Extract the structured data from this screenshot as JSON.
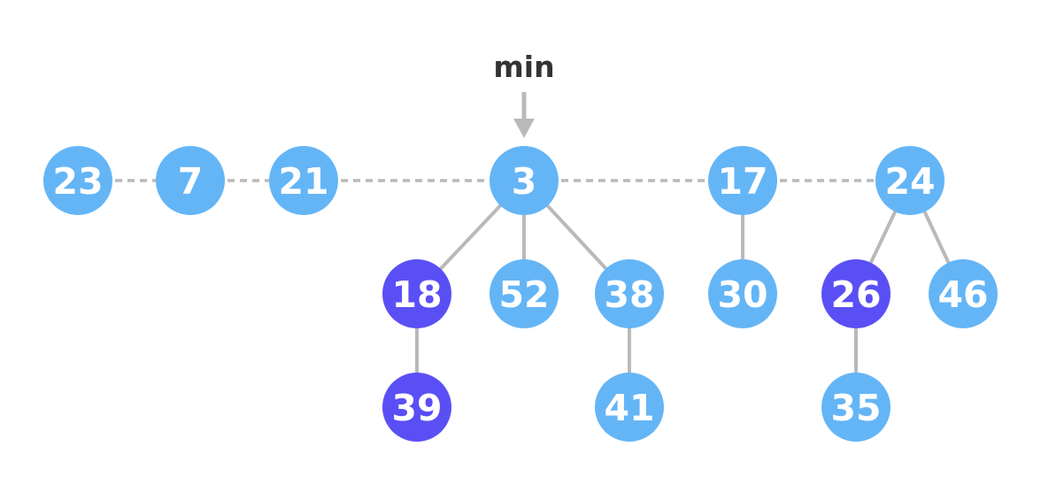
{
  "pointer": {
    "label": "min",
    "target": "n3"
  },
  "colors": {
    "normal": "#64b5f6",
    "marked": "#5a4ff5",
    "edge": "#b9b9b9",
    "text": "#ffffff",
    "pointer_label": "#333333"
  },
  "nodes": [
    {
      "id": "n23",
      "value": "23",
      "marked": false
    },
    {
      "id": "n7",
      "value": "7",
      "marked": false
    },
    {
      "id": "n21",
      "value": "21",
      "marked": false
    },
    {
      "id": "n3",
      "value": "3",
      "marked": false
    },
    {
      "id": "n17",
      "value": "17",
      "marked": false
    },
    {
      "id": "n24",
      "value": "24",
      "marked": false
    },
    {
      "id": "n18",
      "value": "18",
      "marked": true
    },
    {
      "id": "n52",
      "value": "52",
      "marked": false
    },
    {
      "id": "n38",
      "value": "38",
      "marked": false
    },
    {
      "id": "n30",
      "value": "30",
      "marked": false
    },
    {
      "id": "n26",
      "value": "26",
      "marked": true
    },
    {
      "id": "n46",
      "value": "46",
      "marked": false
    },
    {
      "id": "n39",
      "value": "39",
      "marked": true
    },
    {
      "id": "n41",
      "value": "41",
      "marked": false
    },
    {
      "id": "n35",
      "value": "35",
      "marked": false
    }
  ],
  "root_list": [
    "n23",
    "n7",
    "n21",
    "n3",
    "n17",
    "n24"
  ],
  "edges": [
    {
      "from": "n3",
      "to": "n18"
    },
    {
      "from": "n3",
      "to": "n52"
    },
    {
      "from": "n3",
      "to": "n38"
    },
    {
      "from": "n18",
      "to": "n39"
    },
    {
      "from": "n38",
      "to": "n41"
    },
    {
      "from": "n17",
      "to": "n30"
    },
    {
      "from": "n24",
      "to": "n26"
    },
    {
      "from": "n24",
      "to": "n46"
    },
    {
      "from": "n26",
      "to": "n35"
    }
  ]
}
